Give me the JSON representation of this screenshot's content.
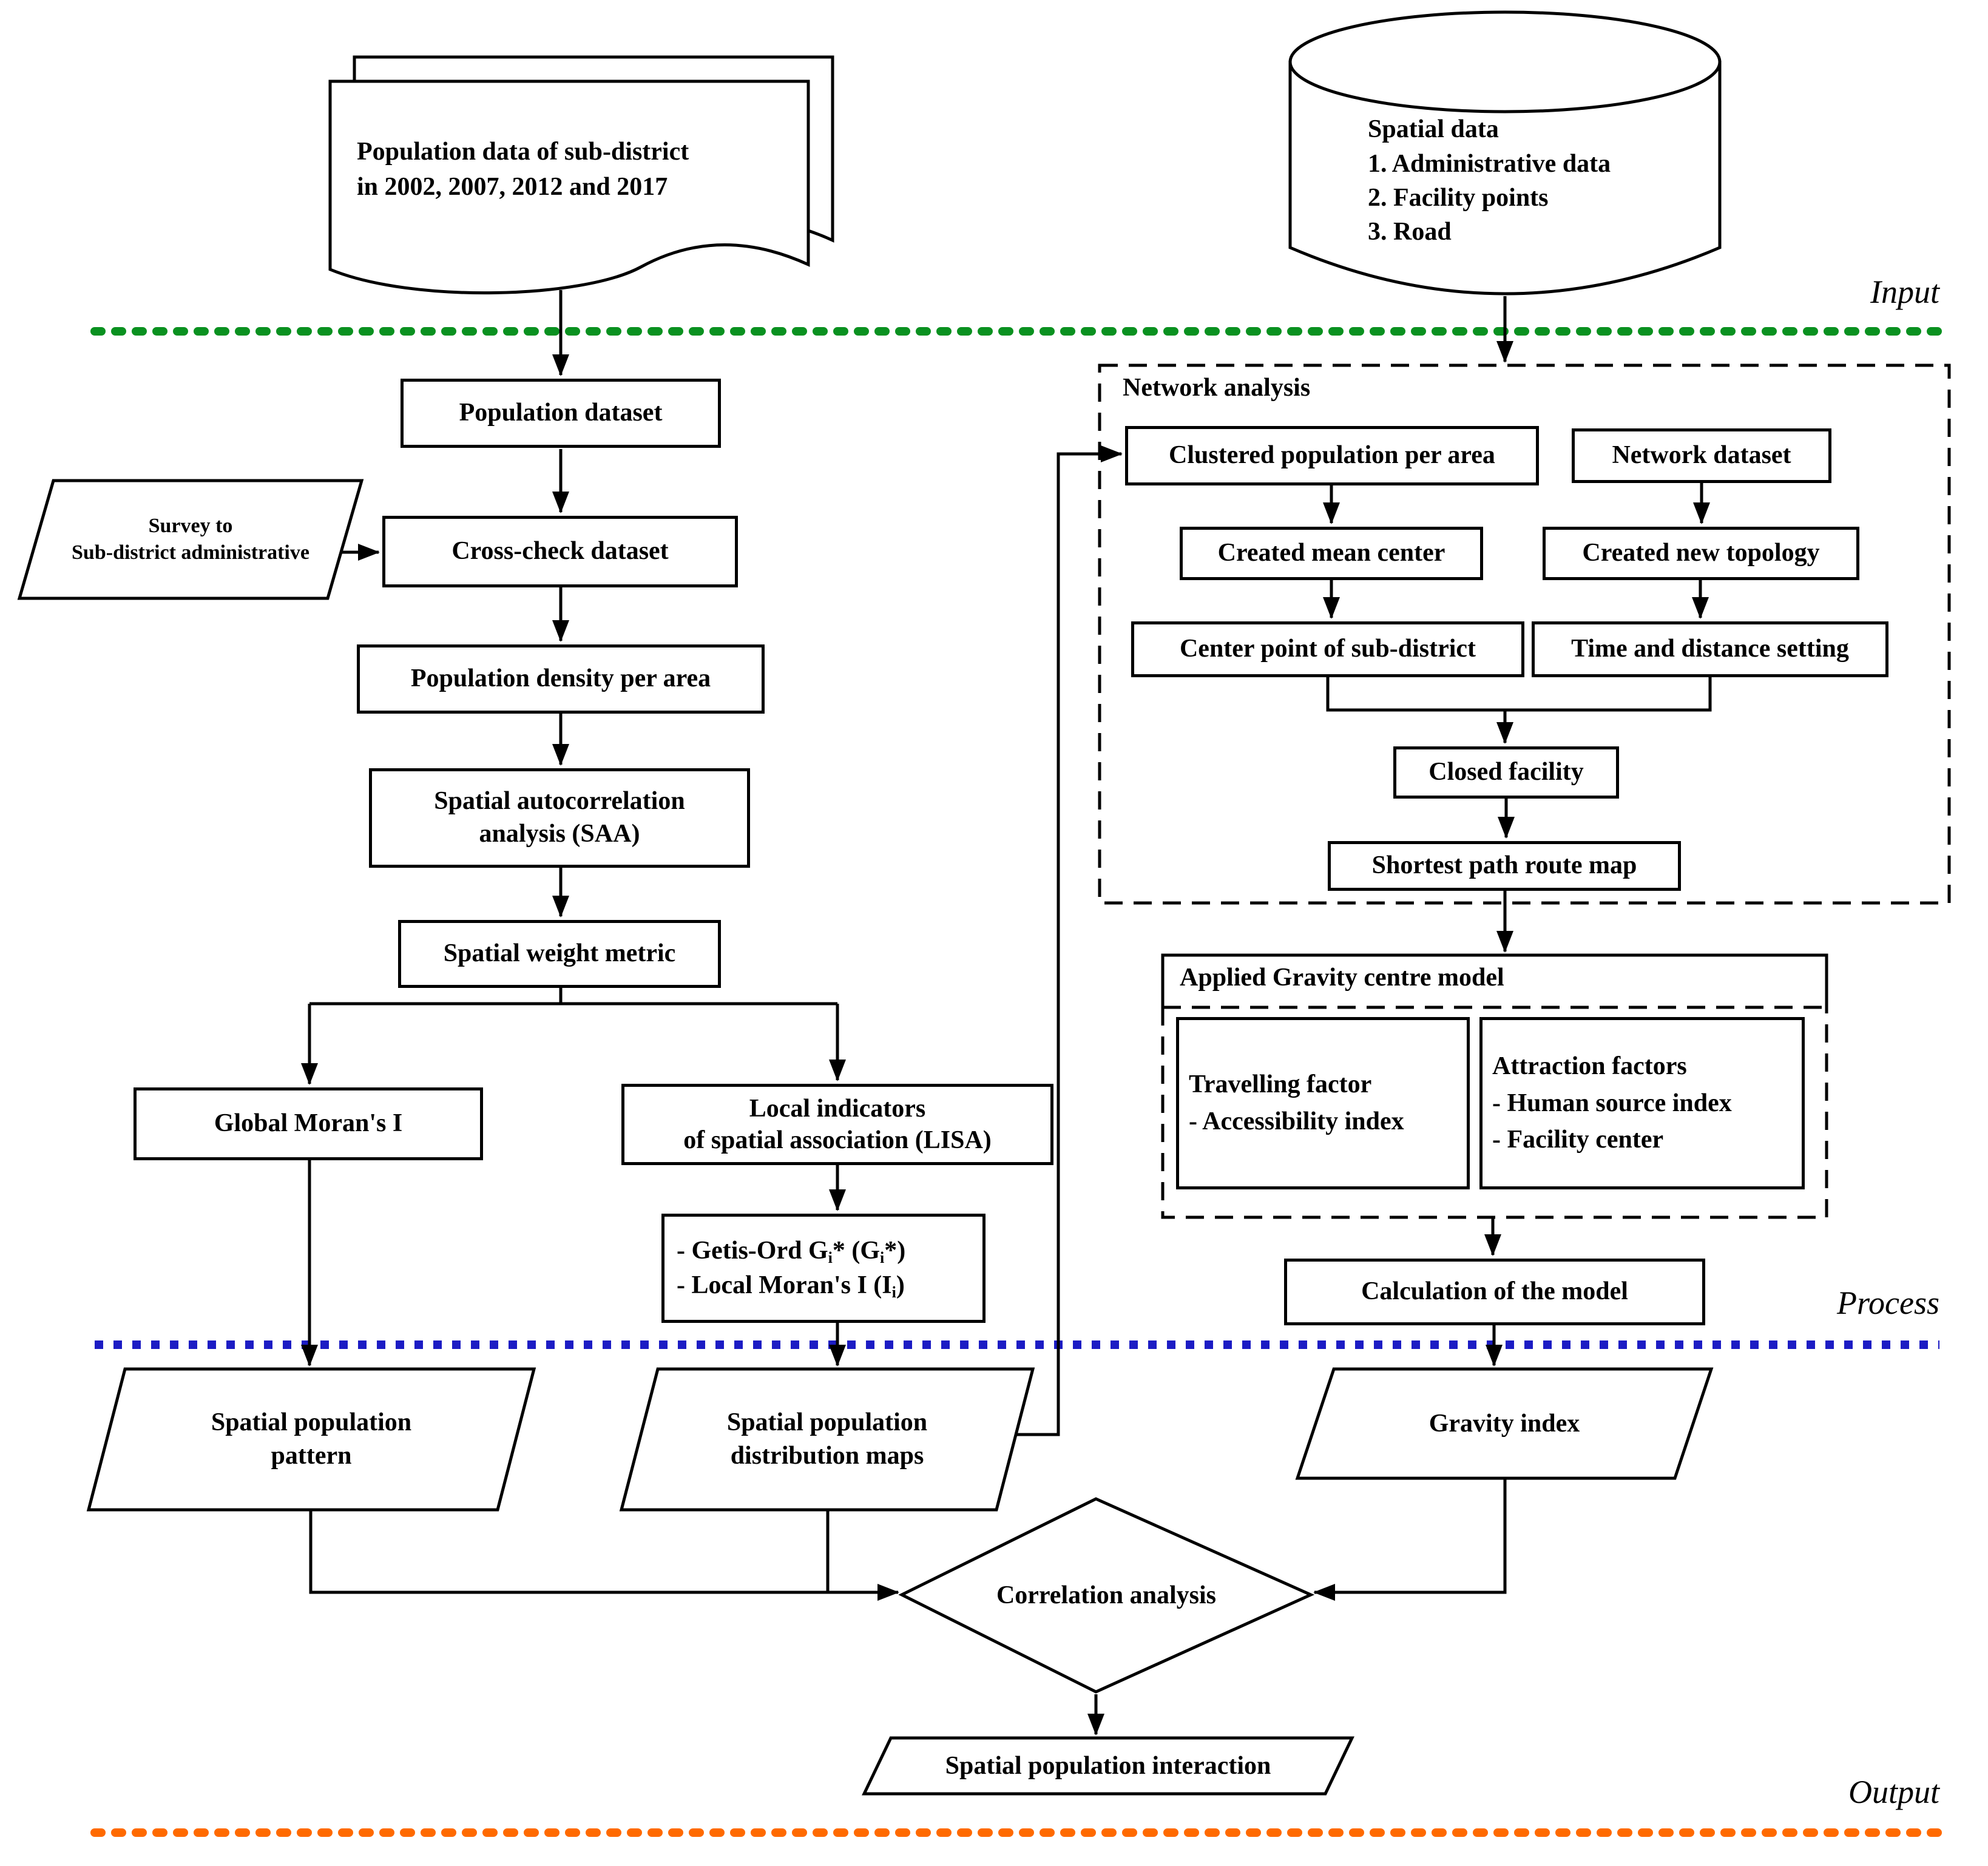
{
  "zones": {
    "input": {
      "label": "Input",
      "line_color": "#0a9120"
    },
    "process": {
      "label": "Process",
      "line_color": "#1c1cc4"
    },
    "output": {
      "label": "Output",
      "line_color": "#ff6a00"
    }
  },
  "nodes": {
    "population_document": {
      "lines": [
        "Population data of sub-district",
        "in 2002, 2007, 2012 and 2017"
      ]
    },
    "spatial_database": {
      "title": "Spatial data",
      "items": [
        "1. Administrative data",
        "2. Facility points",
        "3. Road"
      ]
    },
    "population_dataset": {
      "label": "Population dataset"
    },
    "survey": {
      "lines": [
        "Survey to",
        "Sub-district administrative"
      ]
    },
    "cross_check_dataset": {
      "label": "Cross-check dataset"
    },
    "population_density": {
      "label": "Population density per area"
    },
    "spatial_autocorrelation": {
      "lines": [
        "Spatial autocorrelation",
        "analysis (SAA)"
      ]
    },
    "spatial_weight_metric": {
      "label": "Spatial weight metric"
    },
    "global_morans_i": {
      "label": "Global Moran's I"
    },
    "lisa": {
      "lines": [
        "Local indicators",
        "of spatial association (LISA)"
      ]
    },
    "local_indicator_methods": {
      "line1": {
        "pre": "- Getis-Ord G",
        "sub_a": "i",
        "mid": "* (G",
        "sub_b": "i",
        "post": "*)"
      },
      "line2": {
        "pre": "- Local Moran's I (I",
        "sub_a": "i",
        "post": ")"
      }
    },
    "network_analysis": {
      "title": "Network analysis",
      "clustered_population": {
        "label": "Clustered population per area"
      },
      "network_dataset": {
        "label": "Network dataset"
      },
      "created_mean_center": {
        "label": "Created mean center"
      },
      "created_new_topology": {
        "label": "Created new topology"
      },
      "center_point": {
        "label": "Center point of sub-district"
      },
      "time_distance": {
        "label": "Time and distance setting"
      },
      "closed_facility": {
        "label": "Closed facility"
      },
      "shortest_path": {
        "label": "Shortest path route map"
      }
    },
    "gravity_model": {
      "title": "Applied Gravity centre model",
      "travelling_factor": {
        "lines": [
          "Travelling factor",
          "- Accessibility index"
        ]
      },
      "attraction_factors": {
        "lines": [
          "Attraction factors",
          "- Human source index",
          "- Facility center"
        ]
      }
    },
    "calculation_model": {
      "label": "Calculation of the model"
    },
    "spatial_population_pattern": {
      "lines": [
        "Spatial population",
        "pattern"
      ]
    },
    "spatial_population_distribution": {
      "lines": [
        "Spatial population",
        "distribution maps"
      ]
    },
    "gravity_index": {
      "label": "Gravity index"
    },
    "correlation_analysis": {
      "label": "Correlation analysis"
    },
    "spatial_population_interaction": {
      "label": "Spatial population interaction"
    }
  }
}
